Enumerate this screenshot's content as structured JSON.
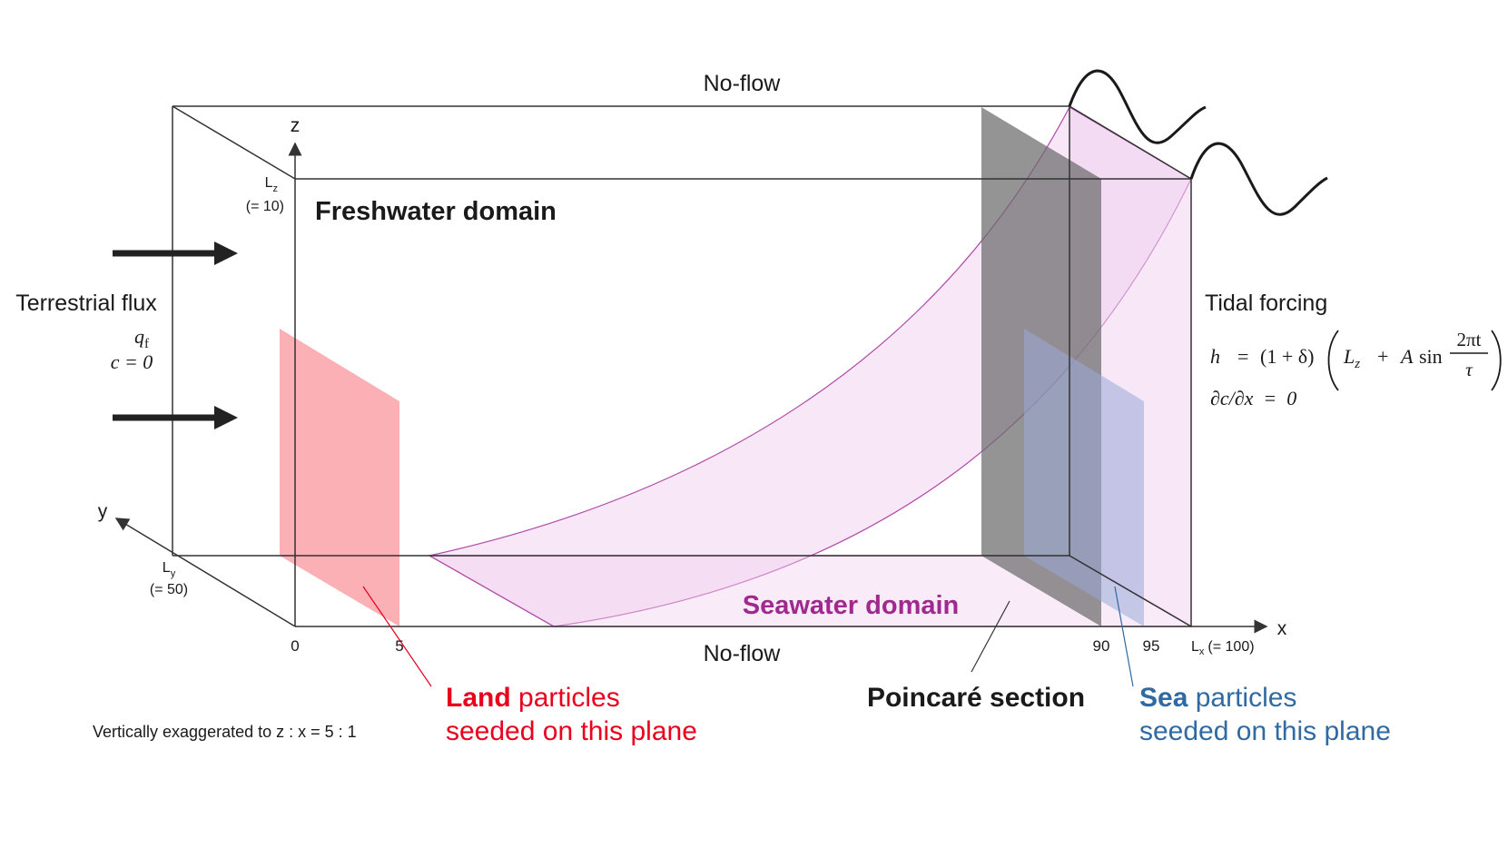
{
  "labels": {
    "top_boundary": "No-flow",
    "bottom_boundary": "No-flow",
    "freshwater": "Freshwater domain",
    "seawater": "Seawater domain",
    "terrestrial_flux": "Terrestrial flux",
    "tidal_forcing": "Tidal forcing",
    "poincare": "Poincaré section",
    "exaggeration": "Vertically exaggerated to z : x = 5 : 1"
  },
  "axes": {
    "x": "x",
    "y": "y",
    "z": "z",
    "lz_sym": "L",
    "lz_sub": "z",
    "lz_val": "(= 10)",
    "ly_sym": "L",
    "ly_sub": "y",
    "ly_val": "(= 50)",
    "lx_sym": "L",
    "lx_sub": "x",
    "lx_val": "(= 100)",
    "ticks": [
      "0",
      "5",
      "90",
      "95"
    ]
  },
  "flux_eq": {
    "q": "q",
    "q_sub": "f",
    "c_eq": "c = 0"
  },
  "tidal_eq": {
    "h": "h",
    "eq": "=",
    "paren1": "(1 + δ)",
    "L": "L",
    "L_sub": "z",
    "plus": "+",
    "A": "A",
    "sin": "sin",
    "num": "2πt",
    "den": "τ",
    "line2": "∂c/∂x  =  0"
  },
  "land_note": {
    "bold": "Land",
    "rest": " particles",
    "line2": "seeded on this plane"
  },
  "sea_note": {
    "bold": "Sea",
    "rest": " particles",
    "line2": "seeded on this plane"
  },
  "colors": {
    "land": "#e8001c",
    "land_plane": "#fbb0b5",
    "sea": "#2f6aa3",
    "sea_plane": "#b7c3e6",
    "seawater": "#a0298f",
    "seawater_fill": "#f1d3f0",
    "poincare": "#6b6b6b"
  }
}
